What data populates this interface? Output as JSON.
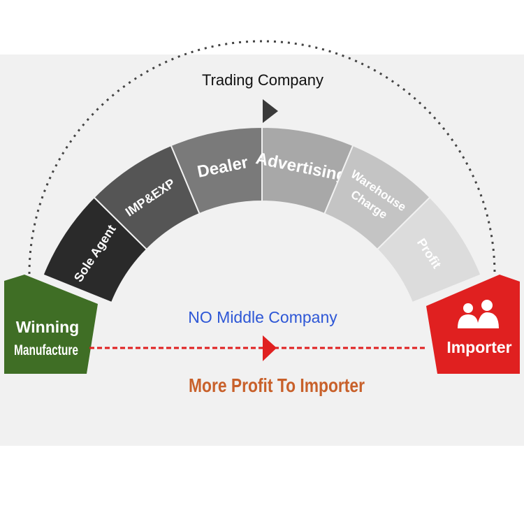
{
  "diagram": {
    "top_label": "Trading Company",
    "middle_label": "NO Middle Company",
    "bottom_label": "More Profit To Importer",
    "start_block": {
      "line1": "Winning",
      "line2": "Manufacture",
      "color": "#3f6e25"
    },
    "end_block": {
      "label": "Importer",
      "color": "#e02020",
      "icon": "people-icon"
    },
    "segments": [
      {
        "label": "Sole Agent",
        "color": "#2a2a2a"
      },
      {
        "label": "IMP&EXP",
        "color": "#555555"
      },
      {
        "label": "Dealer",
        "color": "#7a7a7a"
      },
      {
        "label": "Advertising",
        "color": "#a8a8a8"
      },
      {
        "line1": "Warehouse",
        "line2": "Charge",
        "color": "#c4c4c4"
      },
      {
        "label": "Profit",
        "color": "#dcdcdc"
      }
    ],
    "colors": {
      "middle_label": "#2e57d6",
      "bottom_label": "#c8602a",
      "dashed_arrow": "#e02020",
      "dotted_arc": "#444444"
    }
  }
}
